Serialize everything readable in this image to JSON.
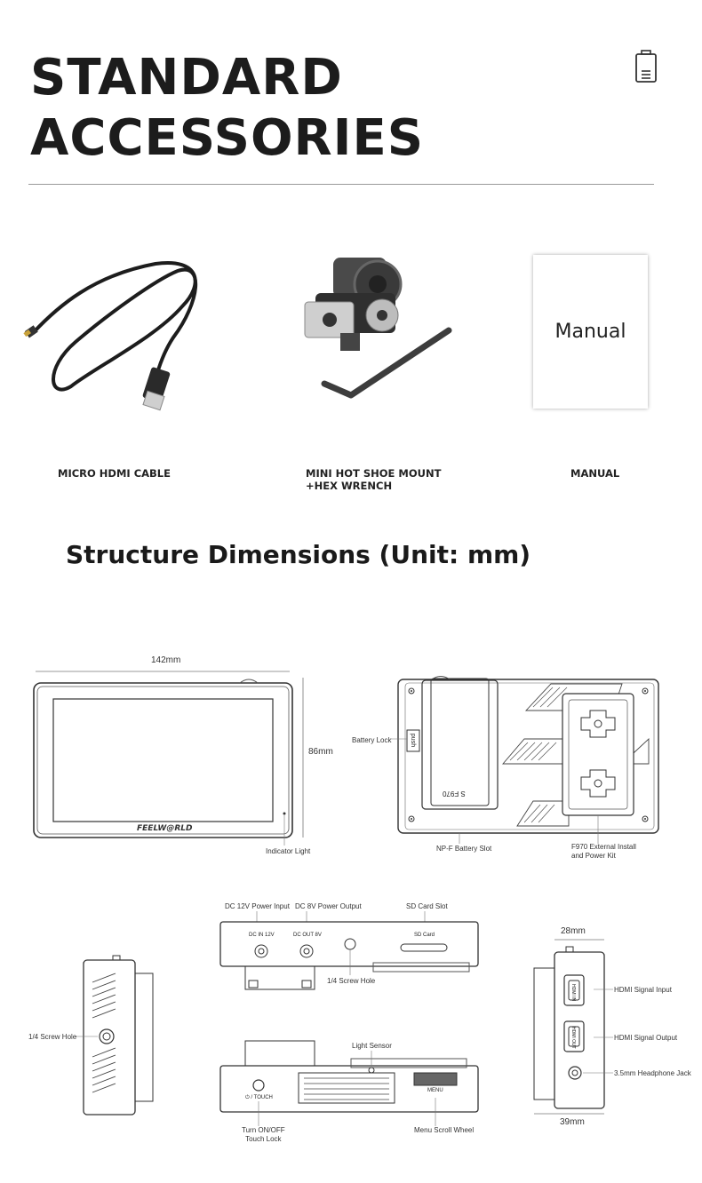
{
  "header": {
    "title_line1": "STANDARD",
    "title_line2": "ACCESSORIES",
    "icon": "battery-icon"
  },
  "accessories": [
    {
      "label": "MICRO HDMI CABLE"
    },
    {
      "label_line1": "MINI HOT SHOE MOUNT",
      "label_line2": "+HEX WRENCH"
    },
    {
      "label": "MANUAL",
      "card_text": "Manual"
    }
  ],
  "structure": {
    "title": "Structure Dimensions (Unit: mm)",
    "front": {
      "width": "142mm",
      "height": "86mm",
      "brand": "FEELW@RLD",
      "indicator": "Indicator Light"
    },
    "back": {
      "battery_lock": "Battery Lock",
      "push": "push",
      "battery_text": "S F970",
      "battery_slot": "NP-F Battery Slot",
      "kit_line1": "F970 External Install",
      "kit_line2": "and Power Kit"
    },
    "top": {
      "dc12": "DC 12V Power Input",
      "dc8": "DC 8V Power Output",
      "sd": "SD Card Slot",
      "dc_in_port": "DC IN 12V",
      "dc_out_port": "DC OUT 8V",
      "sd_port": "SD Card",
      "screw": "1/4 Screw Hole"
    },
    "left": {
      "screw": "1/4 Screw Hole"
    },
    "bottom": {
      "light": "Light Sensor",
      "touch_label": "⏻ / TOUCH",
      "menu_label": "MENU",
      "turn_line1": "Turn ON/OFF",
      "turn_line2": "Touch Lock",
      "wheel": "Menu Scroll Wheel"
    },
    "right": {
      "top_dim": "28mm",
      "bottom_dim": "39mm",
      "hdmi_in_port": "HDMI IN",
      "hdmi_out_port": "HDMI OUT",
      "hdmi_in": "HDMI Signal Input",
      "hdmi_out": "HDMI Signal Output",
      "jack": "3.5mm Headphone Jack"
    }
  }
}
